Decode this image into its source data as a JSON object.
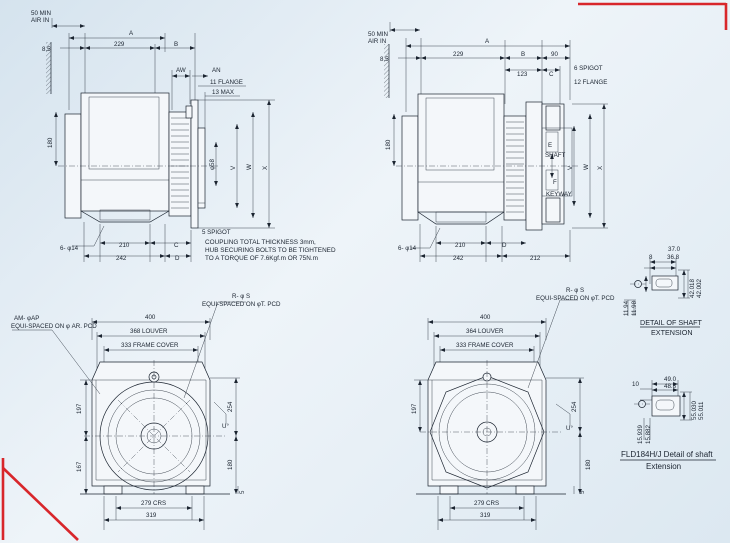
{
  "colors": {
    "accent": "#d8262b",
    "line": "#1b2430",
    "background": "#e3edf5"
  },
  "top_left": {
    "min_air_in_1": "50 MIN",
    "min_air_in_2": "AIR IN",
    "dim_a": "A",
    "dim_b": "B",
    "dim_8_5": "8.5",
    "dim_229": "229",
    "dim_aw": "AW",
    "dim_an": "AN",
    "flange_11": "11 FLANGE",
    "max_13": "13 MAX",
    "dim_180": "180",
    "phi58": "φ58",
    "dim_v": "V",
    "dim_w": "W",
    "dim_x": "X",
    "spigot_5": "5 SPIGOT",
    "holes": "6- φ14",
    "dim_210": "210",
    "dim_242": "242",
    "dim_c": "C",
    "dim_d": "D",
    "note_1": "COUPLING TOTAL THICKNESS 3mm,",
    "note_2": "HUB SECURING BOLTS TO BE TIGHTENED",
    "note_3": "TO A TORQUE OF 7.6Kgf.m OR 75N.m"
  },
  "top_right": {
    "min_air_in_1": "50 MIN",
    "min_air_in_2": "AIR IN",
    "dim_a": "A",
    "dim_8_5": "8.5",
    "dim_229": "229",
    "dim_123": "123",
    "dim_b": "B",
    "dim_90": "90",
    "dim_c": "C",
    "spigot_6": "6 SPIGOT",
    "flange_12": "12 FLANGE",
    "dim_180": "180",
    "dim_e": "E",
    "shaft": "SHAFT",
    "dim_f": "F",
    "keyway": "KEYWAY",
    "dim_v": "V",
    "dim_w": "W",
    "dim_x": "X",
    "holes": "6- φ14",
    "dim_210": "210",
    "dim_242": "242",
    "dim_d": "D",
    "dim_212": "212"
  },
  "detail_shaft": {
    "d37": "37.0",
    "d36": "36.8",
    "d8": "8",
    "d42a": "42.018",
    "d42b": "42.002",
    "d11a": "11.94",
    "d11b": "11.98",
    "title_1": "DETAIL OF SHAFT",
    "title_2": "EXTENSION"
  },
  "bottom_left": {
    "am_1": "AM- φAP",
    "am_2": "EQUI-SPACED ON  φ AR. PCD",
    "rs_1": "R- φ S",
    "rs_2": "EQUI-SPACED ON  φT. PCD",
    "dim_400": "400",
    "dim_368": "368 LOUVER",
    "dim_333": "333 FRAME COVER",
    "dim_197": "197",
    "dim_167": "167",
    "dim_254": "254",
    "dim_180": "180",
    "u": "U°",
    "dim_5": "5",
    "dim_279": "279 CRS",
    "dim_319": "319"
  },
  "bottom_right": {
    "rs_1": "R- φ S",
    "rs_2": "EQUI-SPACED ON  φT. PCD",
    "dim_400": "400",
    "dim_364": "364 LOUVER",
    "dim_333": "333 FRAME COVER",
    "dim_197": "197",
    "dim_254": "254",
    "dim_180": "180",
    "u": "U°",
    "dim_5": "5",
    "dim_279": "279 CRS",
    "dim_319": "319"
  },
  "detail_fld": {
    "d49": "49.0",
    "d48": "48.8",
    "d10": "10",
    "d55a": "55.030",
    "d55b": "55.011",
    "d15a": "15.939",
    "d15b": "15.882",
    "title_1": "FLD184H/J Detail of shaft",
    "title_2": "Extension"
  }
}
